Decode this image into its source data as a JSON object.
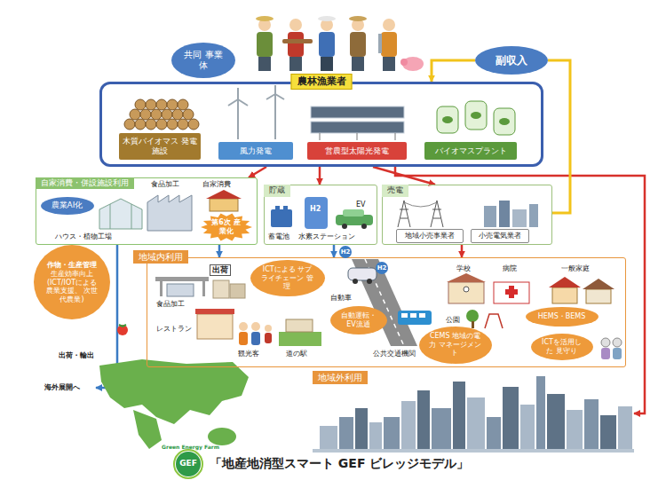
{
  "diagram": {
    "caption": "「地産地消型スマート GEF ビレッジモデル」",
    "nodes": [
      {
        "text": [
          "共同 事業体"
        ]
      },
      {
        "text": [
          "副収入"
        ]
      },
      {
        "text": [
          "農林漁業者"
        ]
      },
      {
        "text": [
          "木質バイオマス 発電施設"
        ],
        "in": 2
      },
      {
        "text": [
          "風力発電"
        ],
        "in": 2
      },
      {
        "text": [
          "営農型太陽光発電"
        ],
        "in": 2
      },
      {
        "text": [
          "バイオマスプラント"
        ],
        "in": 2
      },
      {
        "text": [
          "自家消費・併設施設利用"
        ]
      },
      {
        "text": [
          "農業AI化"
        ],
        "in": 7
      },
      {
        "text": [
          "第6次 産業化"
        ],
        "in": 7
      },
      {
        "text": [
          "作物・生産管理",
          "生産効率向上 (ICT/IOTによる 農業支援、 次世代農業)"
        ]
      },
      {
        "text": [
          "貯蔵"
        ]
      },
      {
        "text": [
          "売電"
        ]
      },
      {
        "text": [
          "地域小売事業者"
        ],
        "in": 12
      },
      {
        "text": [
          "小売電気業者"
        ],
        "in": 12
      },
      {
        "text": [
          "地域内利用"
        ]
      },
      {
        "text": [
          "ICTによる サプライチェーン 管理"
        ],
        "in": 15
      },
      {
        "text": [
          "自動運転・ EV流通"
        ],
        "in": 15
      },
      {
        "text": [
          "HEMS・BEMS"
        ],
        "in": 15
      },
      {
        "text": [
          "CEMS 地域の電力 マネージメント"
        ],
        "in": 15
      },
      {
        "text": [
          "ICTを活用した 見守り"
        ],
        "in": 15
      },
      {
        "text": [
          "地域外利用"
        ]
      }
    ],
    "edges": [
      {
        "from": 2,
        "to": 7,
        "arrow": "to"
      },
      {
        "from": 2,
        "to": 11,
        "arrow": "to"
      },
      {
        "from": 2,
        "to": 12,
        "arrow": "to"
      },
      {
        "from": 2,
        "to": 21,
        "arrow": "to"
      },
      {
        "from": 12,
        "to": 15,
        "arrow": "to"
      },
      {
        "from": 7,
        "to": 15,
        "arrow": "to"
      },
      {
        "from": 11,
        "to": 15,
        "arrow": "to"
      },
      {
        "from": 12,
        "to": 1,
        "arrow": "none"
      },
      {
        "from": 1,
        "to": 2,
        "arrow": "to"
      }
    ],
    "labels": [
      "食品加工",
      "自家消費",
      "ハウス・植物工場",
      "蓄電池",
      "H2",
      "水素ステーション",
      "EV",
      "H2",
      "出荷",
      "食品加工",
      "レストラン",
      "観光客",
      "道の駅",
      "自動車",
      "H2",
      "公共交通機関",
      "学校",
      "病院",
      "一般家庭",
      "公園",
      "出荷・輸出",
      "海外展開へ",
      "GEF",
      "Green Energy Farm"
    ]
  }
}
